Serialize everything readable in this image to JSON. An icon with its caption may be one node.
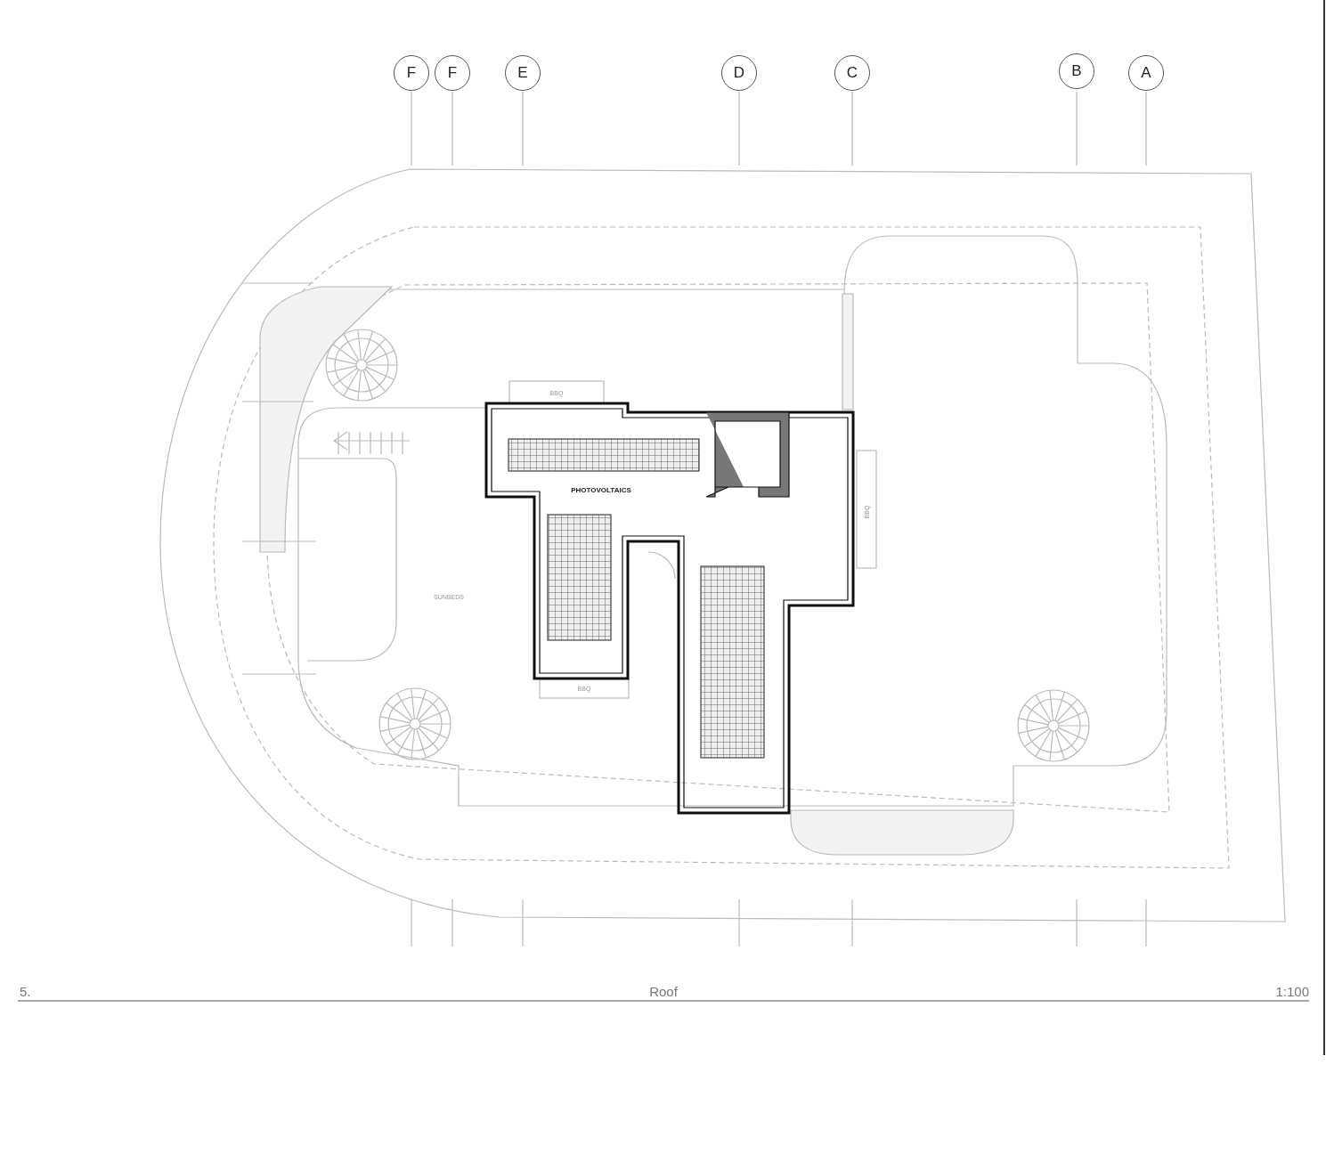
{
  "diagram": {
    "labels": [
      "F",
      "F",
      "E",
      "D",
      "C",
      "B",
      "A",
      "BBQ",
      "PHOTOVOLTAICS",
      "BBQ",
      "SUNBEDS",
      "BBQ",
      "5.",
      "Roof",
      "1:100"
    ]
  }
}
